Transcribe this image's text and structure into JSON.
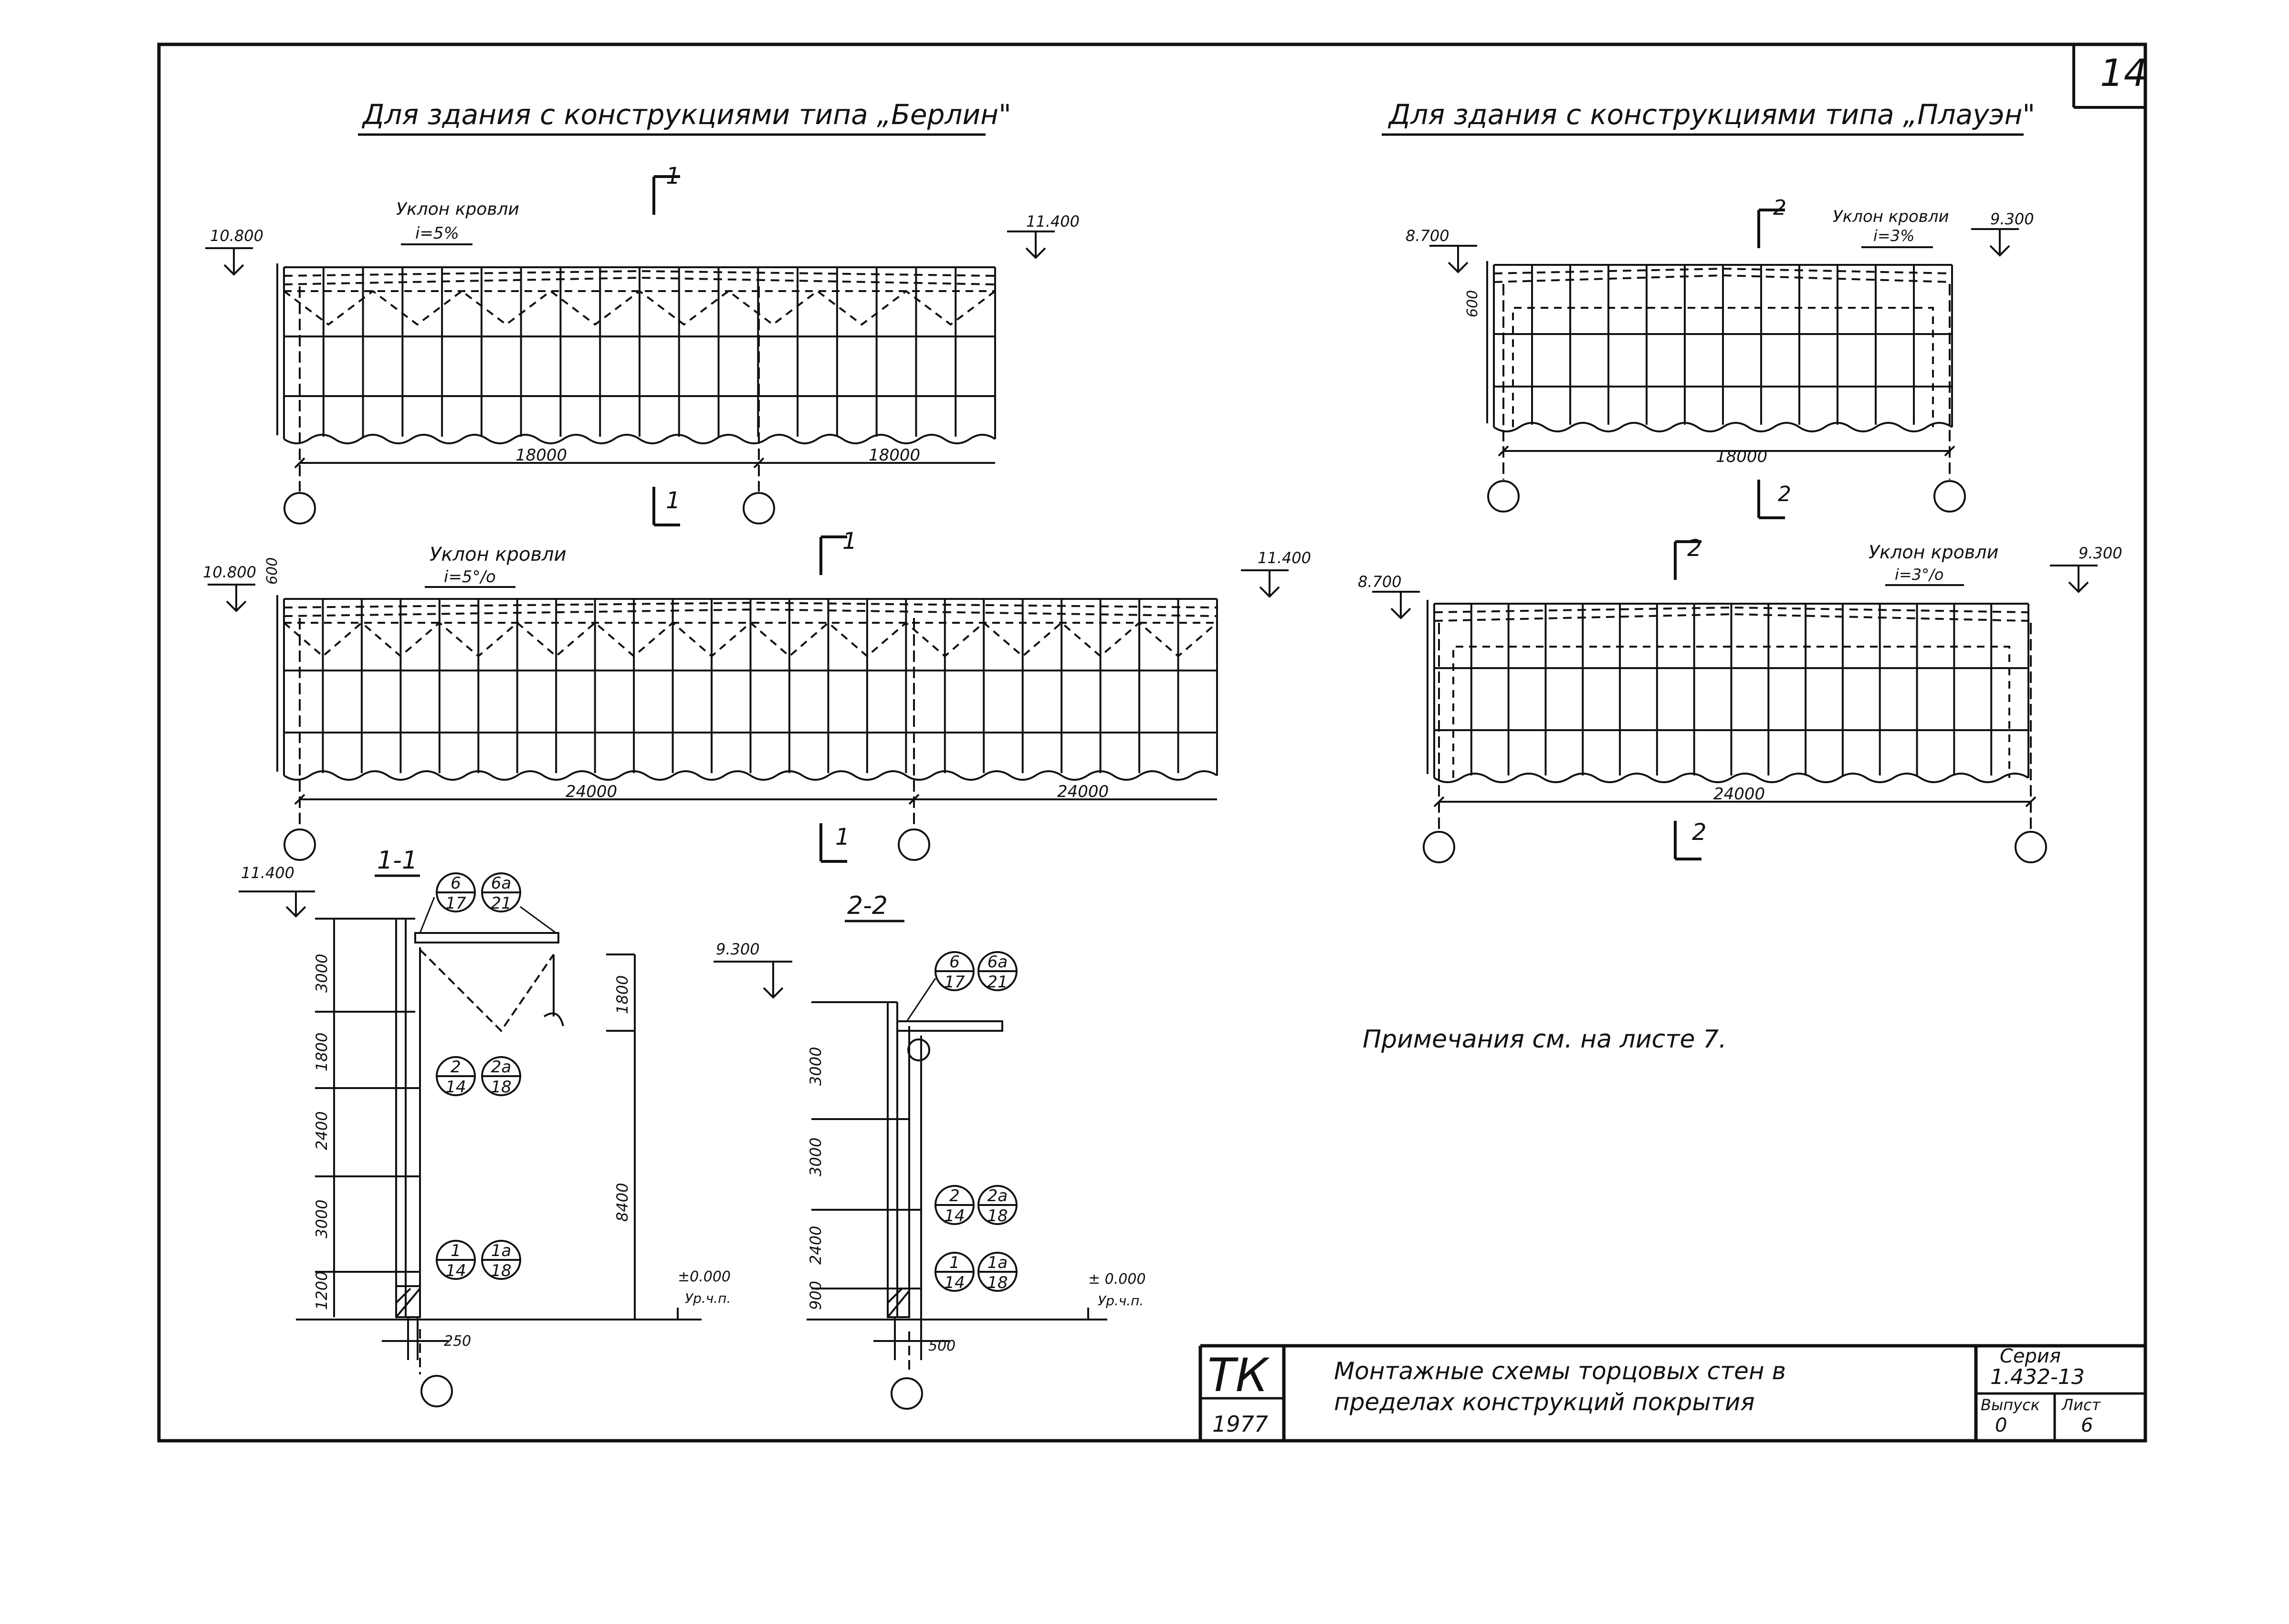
{
  "sheet": {
    "page_number": "14",
    "titles": {
      "left": "Для здания с конструкциями типа „Берлин\"",
      "right": "Для здания с конструкциями типа „Плауэн\""
    },
    "note": "Примечания см. на листе 7."
  },
  "berlin_18": {
    "roof_slope_label": "Уклон кровли",
    "roof_slope_value": "i=5%",
    "elev_left": "10.800",
    "elev_right": "11.400",
    "span_left": "18000",
    "span_right": "18000",
    "section_top": "1",
    "section_bottom": "1"
  },
  "berlin_24": {
    "roof_slope_label": "Уклон кровли",
    "roof_slope_value": "i=5°/o",
    "elev_left": "10.800",
    "dim_600": "600",
    "elev_right": "11.400",
    "span_left": "24000",
    "span_right": "24000",
    "section_top": "1",
    "section_bottom": "1"
  },
  "plauen_18": {
    "roof_slope_label": "Уклон кровли",
    "roof_slope_value": "i=3%",
    "elev_left": "8.700",
    "dim_600": "600",
    "elev_right": "9.300",
    "span": "18000",
    "section_top": "2",
    "section_bottom": "2"
  },
  "plauen_24": {
    "roof_slope_label": "Уклон кровли",
    "roof_slope_value": "i=3°/o",
    "elev_left": "8.700",
    "elev_right": "9.300",
    "span": "24000",
    "section_top": "2",
    "section_bottom": "2"
  },
  "section_1_1": {
    "title": "1-1",
    "elev_top": "11.400",
    "dims_left": [
      "3000",
      "1800",
      "2400",
      "3000",
      "1200"
    ],
    "dim_right_top": "1800",
    "dim_right_total": "8400",
    "elev_zero": "±0.000",
    "elev_zero_sub": "Ур.ч.п.",
    "dim_bottom": "250",
    "nodes": [
      {
        "top": "6",
        "bottom": "17"
      },
      {
        "top": "6а",
        "bottom": "21"
      },
      {
        "top": "2",
        "bottom": "14"
      },
      {
        "top": "2а",
        "bottom": "18"
      },
      {
        "top": "1",
        "bottom": "14"
      },
      {
        "top": "1а",
        "bottom": "18"
      }
    ]
  },
  "section_2_2": {
    "title": "2-2",
    "elev_top": "9.300",
    "dims_left": [
      "3000",
      "3000",
      "2400",
      "900"
    ],
    "elev_zero": "± 0.000",
    "elev_zero_sub": "Ур.ч.п.",
    "dim_bottom": "500",
    "nodes": [
      {
        "top": "6",
        "bottom": "17"
      },
      {
        "top": "6а",
        "bottom": "21"
      },
      {
        "top": "2",
        "bottom": "14"
      },
      {
        "top": "2а",
        "bottom": "18"
      },
      {
        "top": "1",
        "bottom": "14"
      },
      {
        "top": "1а",
        "bottom": "18"
      }
    ]
  },
  "title_block": {
    "code": "ТК",
    "year": "1977",
    "description_line1": "Монтажные схемы торцовых стен в",
    "description_line2": "пределах конструкций покрытия",
    "series_label": "Серия",
    "series_value": "1.432-13",
    "issue_label": "Выпуск",
    "issue_value": "0",
    "sheet_label": "Лист",
    "sheet_value": "6"
  }
}
